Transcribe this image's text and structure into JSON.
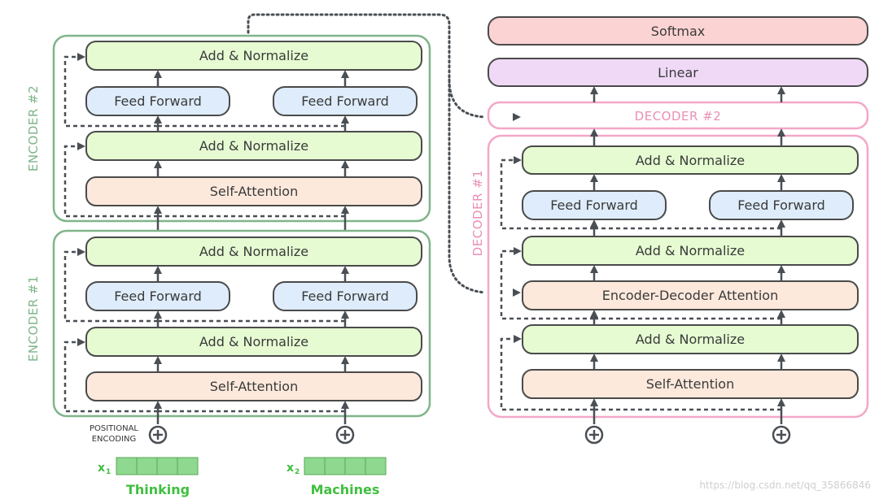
{
  "encoders": [
    {
      "label": "ENCODER #2",
      "add_norm_top": "Add & Normalize",
      "ff_left": "Feed Forward",
      "ff_right": "Feed Forward",
      "add_norm_bottom": "Add & Normalize",
      "self_attention": "Self-Attention"
    },
    {
      "label": "ENCODER #1",
      "add_norm_top": "Add & Normalize",
      "ff_left": "Feed Forward",
      "ff_right": "Feed Forward",
      "add_norm_bottom": "Add & Normalize",
      "self_attention": "Self-Attention"
    }
  ],
  "decoder_stack": {
    "softmax": "Softmax",
    "linear": "Linear",
    "decoder2_label": "DECODER #2"
  },
  "decoder1": {
    "label": "DECODER #1",
    "add_norm_top": "Add & Normalize",
    "ff_left": "Feed Forward",
    "ff_right": "Feed Forward",
    "add_norm_mid": "Add & Normalize",
    "enc_dec_attention": "Encoder-Decoder Attention",
    "add_norm_bottom": "Add & Normalize",
    "self_attention": "Self-Attention"
  },
  "inputs": {
    "positional_encoding_line1": "POSITIONAL",
    "positional_encoding_line2": "ENCODING",
    "x1_label": "x",
    "x1_sub": "1",
    "x2_label": "x",
    "x2_sub": "2",
    "word1": "Thinking",
    "word2": "Machines"
  },
  "watermark": "https://blog.csdn.net/qq_35866846",
  "colors": {
    "encoder_border": "#7fb58a",
    "decoder_border": "#f4a7c8",
    "add_norm_fill": "#e6fbd2",
    "feed_forward_fill": "#deecfb",
    "attention_fill": "#fde9dc",
    "softmax_fill": "#fcd3d3",
    "linear_fill": "#f0d9f7",
    "block_stroke": "#4a4a4a",
    "arrow": "#4a4f55",
    "input_green": "#8fd88f"
  }
}
